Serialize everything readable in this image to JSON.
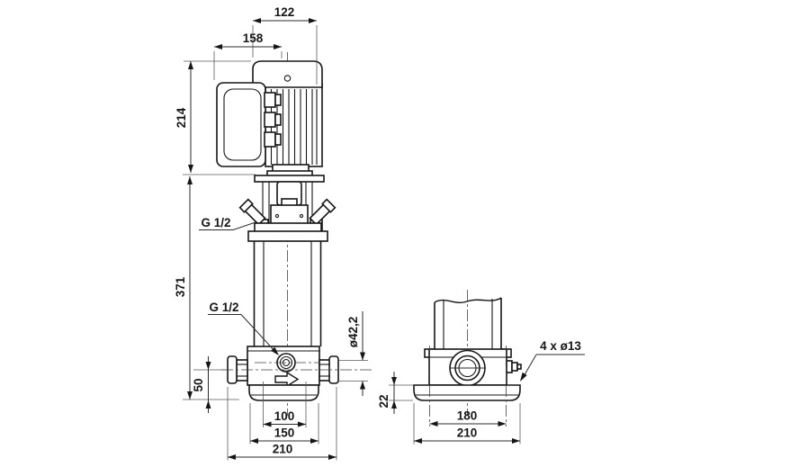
{
  "drawing": {
    "front": {
      "dim_fan_width": "122",
      "dim_overall_width": "158",
      "dim_motor_height": "214",
      "dim_pump_height": "371",
      "dim_port_center_height": "50",
      "vent_plug_label": "G 1/2",
      "drain_plug_label": "G 1/2",
      "dim_port_diameter": "ø42,2",
      "dim_bolt_span": "100",
      "dim_foot_width": "150",
      "dim_port_to_port": "210"
    },
    "side": {
      "dim_foot_thickness": "22",
      "dim_bolt_span": "180",
      "dim_foot_length": "210",
      "bolt_holes_label": "4 x ø13"
    }
  }
}
